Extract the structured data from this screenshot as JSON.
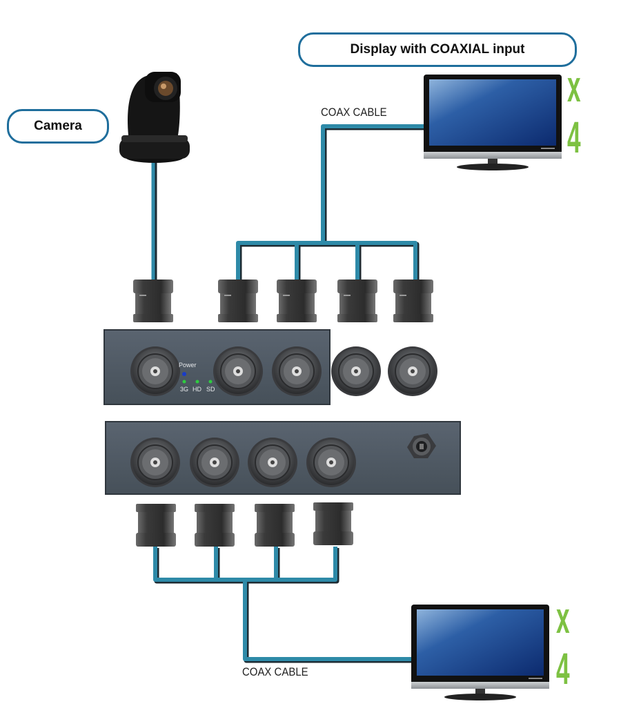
{
  "labels": {
    "camera": "Camera",
    "display_top": "Display with COAXIAL input",
    "cable_top": "COAX CABLE",
    "cable_bottom": "COAX CABLE",
    "multiplier_top": "x 4",
    "multiplier_bottom": "x 4"
  },
  "front_panel": {
    "power_label": "Power",
    "leds": [
      {
        "label": "3G",
        "color": "#2ecc40"
      },
      {
        "label": "HD",
        "color": "#2ecc40"
      },
      {
        "label": "SD",
        "color": "#2ecc40"
      }
    ],
    "power_led_color": "#1a3cc8",
    "input_ports": 1,
    "output_ports": 4
  },
  "rear_panel": {
    "output_ports": 4,
    "power_jack": 1
  },
  "colors": {
    "cable": "#2e8aa8",
    "cable_shadow": "#1c2b33",
    "pill_border": "#1f6e9c",
    "multiplier": "#7dc142",
    "device_body": "#4d5763"
  }
}
